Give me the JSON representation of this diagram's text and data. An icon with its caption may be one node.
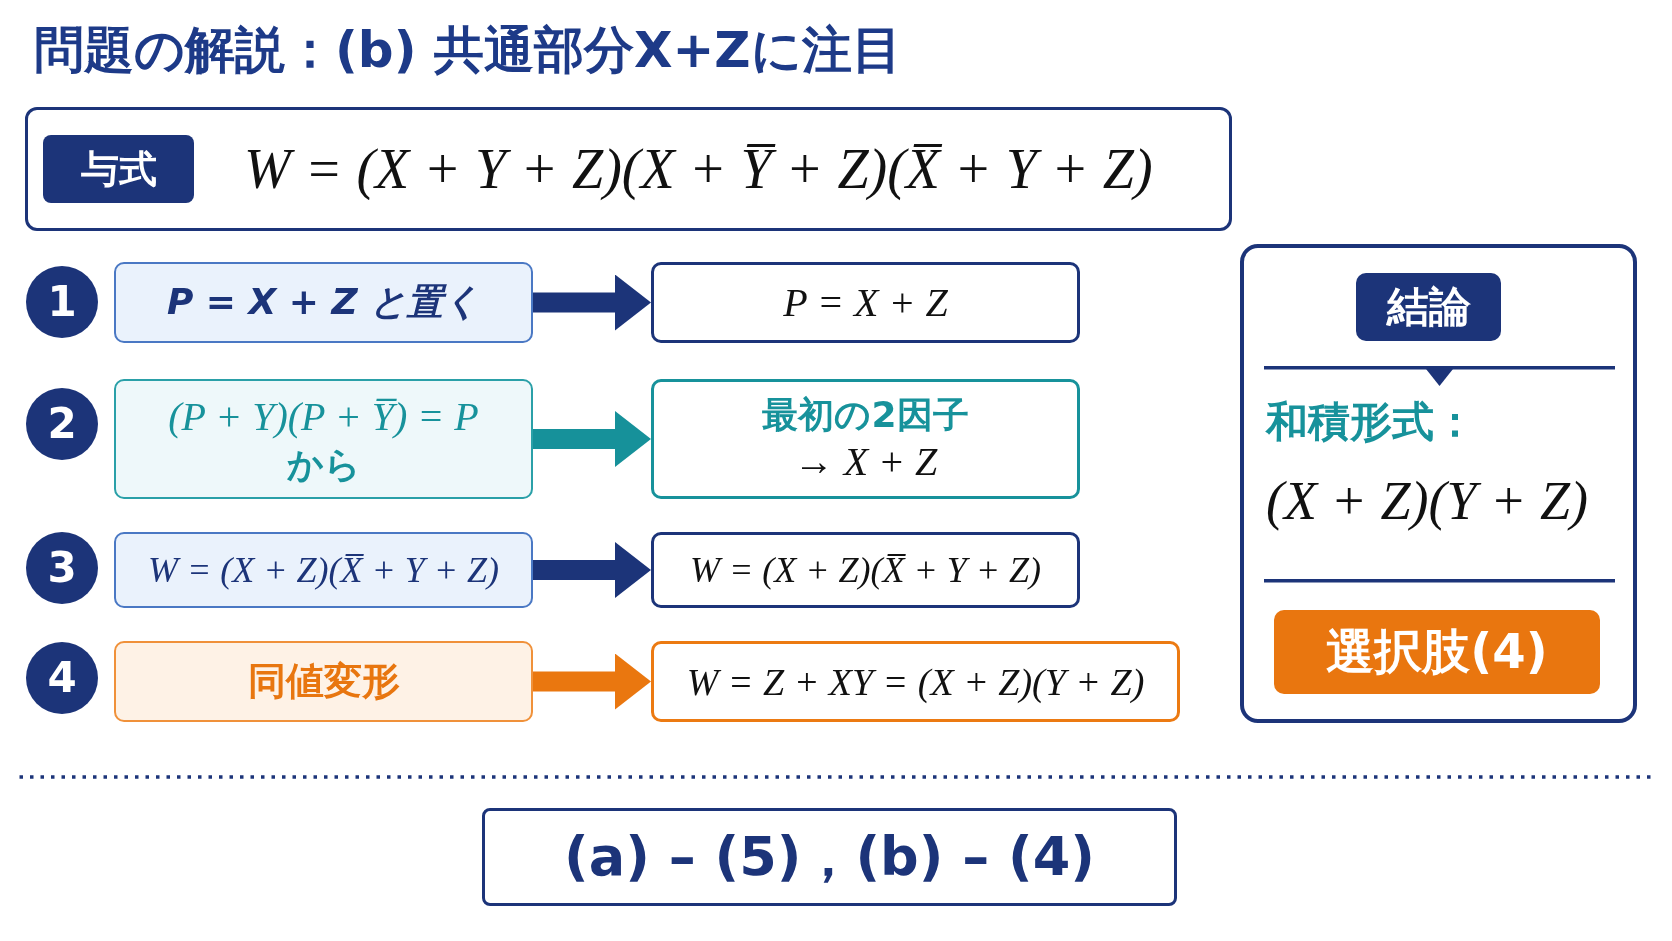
{
  "diagram": {
    "title": "問題の解説：(b) 共通部分X+Zに注目",
    "nodes": [
      {
        "text": [
          "与式",
          "W = (X + Y + Z)(X + Y̅ + Z)(X̅ + Y + Z)"
        ]
      },
      {
        "text": [
          "1"
        ]
      },
      {
        "text": [
          "P = X + Z と置く"
        ]
      },
      {
        "text": [
          "P = X + Z"
        ]
      },
      {
        "text": [
          "2"
        ]
      },
      {
        "text": [
          "(P + Y)(P + Y̅) = P",
          "から"
        ]
      },
      {
        "text": [
          "最初の2因子",
          "→ X + Z"
        ]
      },
      {
        "text": [
          "3"
        ]
      },
      {
        "text": [
          "W = (X + Z)(X̅ + Y + Z)"
        ]
      },
      {
        "text": [
          "W = (X + Z)(X̅ + Y + Z)"
        ]
      },
      {
        "text": [
          "4"
        ]
      },
      {
        "text": [
          "同値変形"
        ]
      },
      {
        "text": [
          "W = Z + XY = (X + Z)(Y + Z)"
        ]
      },
      {
        "text": [
          "結論",
          "和積形式：",
          "(X + Z)(Y + Z)"
        ]
      },
      {
        "text": [
          "選択肢(4)"
        ],
        "in": 13
      },
      {
        "text": [
          "(a) – (5)，(b) – (4)"
        ]
      }
    ],
    "edges": [
      {
        "from": 2,
        "to": 3,
        "arrow": "to"
      },
      {
        "from": 5,
        "to": 6,
        "arrow": "to",
        "color": "#16919a"
      },
      {
        "from": 8,
        "to": 9,
        "arrow": "to"
      },
      {
        "from": 11,
        "to": 12,
        "arrow": "to",
        "color": "#ea770f"
      }
    ]
  }
}
